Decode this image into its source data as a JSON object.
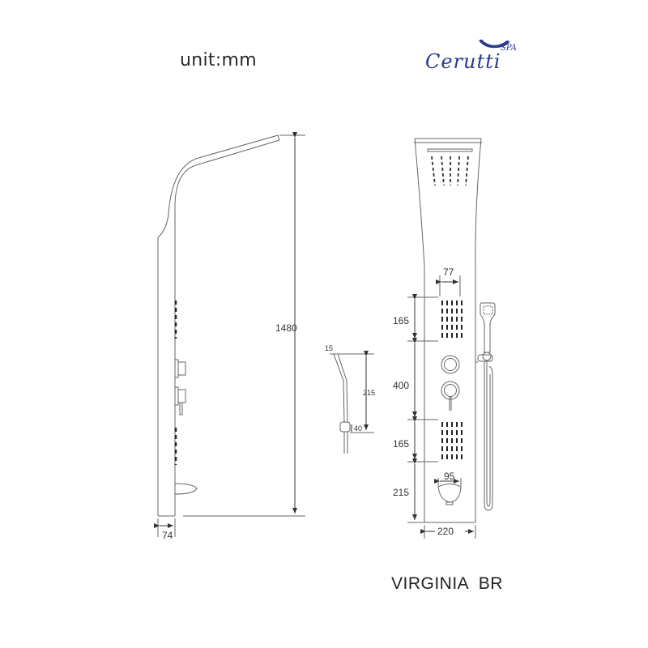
{
  "header": {
    "unit_label": "unit:mm",
    "brand_name": "Cerutti",
    "brand_suffix": "SPA",
    "brand_color": "#2b3a8a"
  },
  "model_name": "VIRGINIA  BR",
  "side_view": {
    "height_dim": "1480",
    "depth_dim": "74"
  },
  "hand_shower_detail": {
    "width_dim": "15",
    "height_dim": "215",
    "holder_dim": "40"
  },
  "front_view": {
    "jets_width_dim": "77",
    "upper_jets_height_dim": "165",
    "controls_height_dim": "400",
    "lower_jets_height_dim": "165",
    "spout_height_dim": "215",
    "spout_width_dim": "95",
    "panel_width_dim": "220"
  },
  "line_color": "#555555"
}
